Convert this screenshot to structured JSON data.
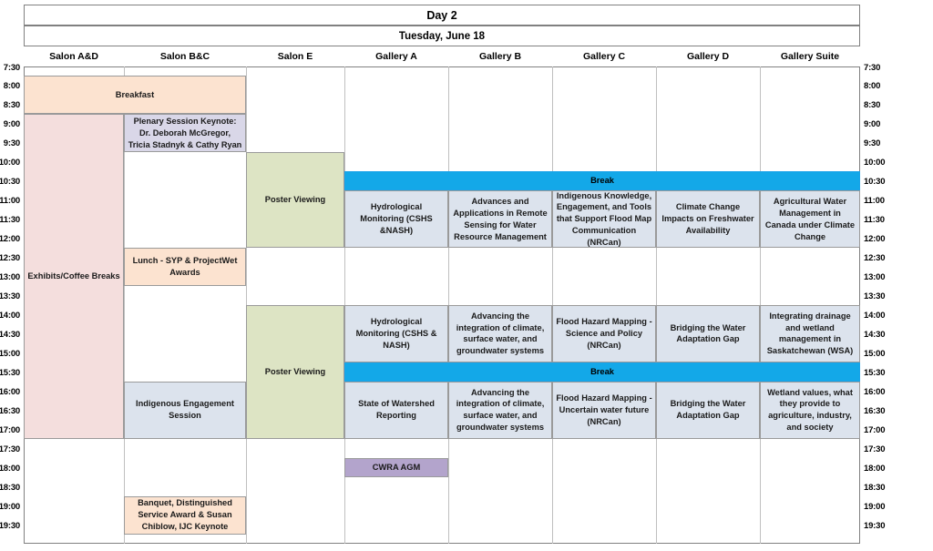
{
  "header": {
    "day_title": "Day 2",
    "date_title": "Tuesday, June 18"
  },
  "venues": [
    {
      "name": "Salon A&D"
    },
    {
      "name": "Salon B&C"
    },
    {
      "name": "Salon E"
    },
    {
      "name": "Gallery A"
    },
    {
      "name": "Gallery B"
    },
    {
      "name": "Gallery C"
    },
    {
      "name": "Gallery D"
    },
    {
      "name": "Gallery Suite"
    }
  ],
  "times": [
    "7:30",
    "8:00",
    "8:30",
    "9:00",
    "9:30",
    "10:00",
    "10:30",
    "11:00",
    "11:30",
    "12:00",
    "12:30",
    "13:00",
    "13:30",
    "14:00",
    "14:30",
    "15:00",
    "15:30",
    "16:00",
    "16:30",
    "17:00",
    "17:30",
    "18:00",
    "18:30",
    "19:00",
    "19:30"
  ],
  "colors": {
    "peach": "#fce3d0",
    "rose": "#f4dedd",
    "green": "#dde4c4",
    "lavender": "#d9d7e8",
    "session_blue": "#dce3ed",
    "break_blue": "#13a8e8",
    "purple": "#b3a4cc",
    "grid_line": "#bfbfbf",
    "frame_line": "#808080"
  },
  "events": [
    {
      "id": "breakfast",
      "label": "Breakfast",
      "venue": "Salon A&D",
      "span_cols": 2,
      "start": "7:30",
      "end": "8:30",
      "color": "peach"
    },
    {
      "id": "exhibits",
      "label": "Exhibits/Coffee Breaks",
      "venue": "Salon A&D",
      "span_cols": 1,
      "start": "8:30",
      "end": "17:00",
      "color": "rose"
    },
    {
      "id": "plenary",
      "label": "Plenary Session Keynote: Dr. Deborah McGregor, Tricia Stadnyk & Cathy Ryan",
      "venue": "Salon B&C",
      "span_cols": 1,
      "start": "8:30",
      "end": "9:30",
      "color": "lavender"
    },
    {
      "id": "poster-am",
      "label": "Poster Viewing",
      "venue": "Salon E",
      "span_cols": 1,
      "start": "9:30",
      "end": "12:00",
      "color": "green"
    },
    {
      "id": "break-am",
      "label": "Break",
      "venue": "Gallery A",
      "span_cols": 5,
      "start": "10:00",
      "end": "10:30",
      "color": "break_blue"
    },
    {
      "id": "am-gallery-a",
      "label": "Hydrological Monitoring (CSHS &NASH)",
      "venue": "Gallery A",
      "span_cols": 1,
      "start": "10:30",
      "end": "12:00",
      "color": "session_blue"
    },
    {
      "id": "am-gallery-b",
      "label": "Advances and Applications in Remote Sensing for Water Resource Management",
      "venue": "Gallery B",
      "span_cols": 1,
      "start": "10:30",
      "end": "12:00",
      "color": "session_blue"
    },
    {
      "id": "am-gallery-c",
      "label": "Indigenous Knowledge, Engagement, and Tools that Support Flood Map Communication (NRCan)",
      "venue": "Gallery C",
      "span_cols": 1,
      "start": "10:30",
      "end": "12:00",
      "color": "session_blue"
    },
    {
      "id": "am-gallery-d",
      "label": "Climate Change Impacts on Freshwater Availability",
      "venue": "Gallery D",
      "span_cols": 1,
      "start": "10:30",
      "end": "12:00",
      "color": "session_blue"
    },
    {
      "id": "am-gallery-suite",
      "label": "Agricultural Water Management in Canada under Climate Change",
      "venue": "Gallery Suite",
      "span_cols": 1,
      "start": "10:30",
      "end": "12:00",
      "color": "session_blue"
    },
    {
      "id": "lunch",
      "label": "Lunch - SYP & ProjectWet Awards",
      "venue": "Salon B&C",
      "span_cols": 1,
      "start": "12:00",
      "end": "13:00",
      "color": "peach"
    },
    {
      "id": "poster-pm",
      "label": "Poster Viewing",
      "venue": "Salon E",
      "span_cols": 1,
      "start": "13:30",
      "end": "17:00",
      "color": "green"
    },
    {
      "id": "pm-gallery-a",
      "label": "Hydrological Monitoring (CSHS & NASH)",
      "venue": "Gallery A",
      "span_cols": 1,
      "start": "13:30",
      "end": "15:00",
      "color": "session_blue"
    },
    {
      "id": "pm-gallery-b",
      "label": "Advancing the integration of climate, surface water, and groundwater systems",
      "venue": "Gallery B",
      "span_cols": 1,
      "start": "13:30",
      "end": "15:00",
      "color": "session_blue"
    },
    {
      "id": "pm-gallery-c",
      "label": "Flood Hazard Mapping - Science and Policy (NRCan)",
      "venue": "Gallery C",
      "span_cols": 1,
      "start": "13:30",
      "end": "15:00",
      "color": "session_blue"
    },
    {
      "id": "pm-gallery-d",
      "label": "Bridging the Water Adaptation Gap",
      "venue": "Gallery D",
      "span_cols": 1,
      "start": "13:30",
      "end": "15:00",
      "color": "session_blue"
    },
    {
      "id": "pm-gallery-suite",
      "label": "Integrating drainage and wetland management in Saskatchewan (WSA)",
      "venue": "Gallery Suite",
      "span_cols": 1,
      "start": "13:30",
      "end": "15:00",
      "color": "session_blue"
    },
    {
      "id": "break-pm",
      "label": "Break",
      "venue": "Gallery A",
      "span_cols": 5,
      "start": "15:00",
      "end": "15:30",
      "color": "break_blue"
    },
    {
      "id": "indigenous",
      "label": "Indigenous Engagement Session",
      "venue": "Salon B&C",
      "span_cols": 1,
      "start": "15:30",
      "end": "17:00",
      "color": "session_blue"
    },
    {
      "id": "late-gallery-a",
      "label": "State of Watershed Reporting",
      "venue": "Gallery A",
      "span_cols": 1,
      "start": "15:30",
      "end": "17:00",
      "color": "session_blue"
    },
    {
      "id": "late-gallery-b",
      "label": "Advancing the integration of climate, surface water, and groundwater systems",
      "venue": "Gallery B",
      "span_cols": 1,
      "start": "15:30",
      "end": "17:00",
      "color": "session_blue"
    },
    {
      "id": "late-gallery-c",
      "label": "Flood Hazard Mapping - Uncertain water future (NRCan)",
      "venue": "Gallery C",
      "span_cols": 1,
      "start": "15:30",
      "end": "17:00",
      "color": "session_blue"
    },
    {
      "id": "late-gallery-d",
      "label": "Bridging the Water Adaptation Gap",
      "venue": "Gallery D",
      "span_cols": 1,
      "start": "15:30",
      "end": "17:00",
      "color": "session_blue"
    },
    {
      "id": "late-gallery-suite",
      "label": "Wetland values, what they provide to agriculture, industry, and society",
      "venue": "Gallery Suite",
      "span_cols": 1,
      "start": "15:30",
      "end": "17:00",
      "color": "session_blue"
    },
    {
      "id": "cwra-agm",
      "label": "CWRA AGM",
      "venue": "Gallery A",
      "span_cols": 1,
      "start": "17:30",
      "end": "18:00",
      "color": "purple"
    },
    {
      "id": "banquet",
      "label": "Banquet, Distinguished Service Award & Susan Chiblow, IJC Keynote",
      "venue": "Salon B&C",
      "span_cols": 1,
      "start": "18:30",
      "end": "19:30",
      "color": "peach"
    }
  ]
}
